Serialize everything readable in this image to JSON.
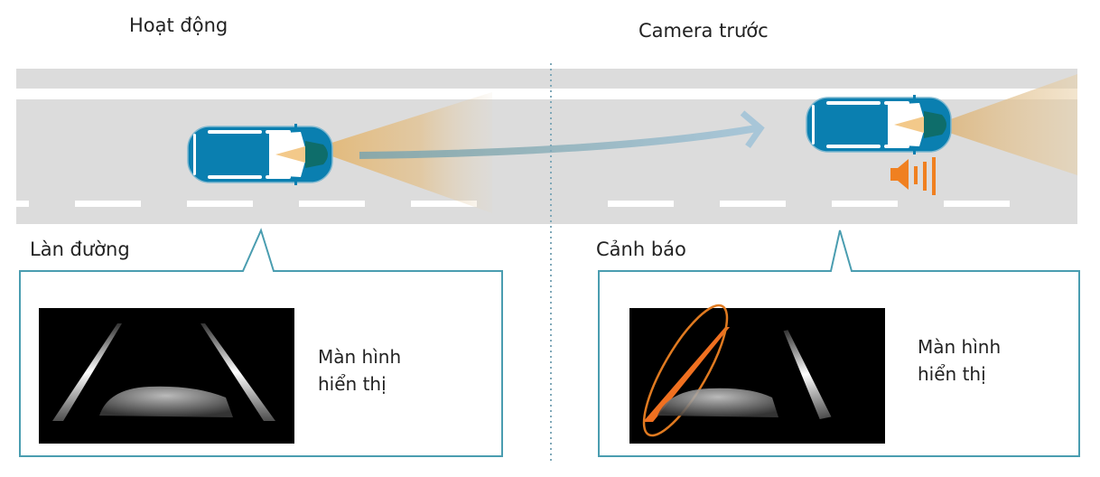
{
  "left_panel": {
    "title": "Hoạt động",
    "callout_label": "Làn đường",
    "display_caption_line1": "Màn hình",
    "display_caption_line2": "hiển thị"
  },
  "right_panel": {
    "title": "Camera trước",
    "callout_label": "Cảnh báo",
    "display_caption_line1": "Màn hình",
    "display_caption_line2": "hiển thị"
  },
  "colors": {
    "road": "#dcdcdc",
    "lane_marking": "#ffffff",
    "car_body": "#0a7fb0",
    "camera_beam": "#e0b878",
    "trajectory_arrow": "#a9c6d6",
    "warning": "#f08020",
    "callout_border": "#4a9db0",
    "divider": "#7fa8b8"
  },
  "icons": {
    "car": "car-top-view-icon",
    "camera_beam": "camera-beam-icon",
    "speaker": "speaker-warning-icon",
    "trajectory": "curved-arrow-icon"
  }
}
